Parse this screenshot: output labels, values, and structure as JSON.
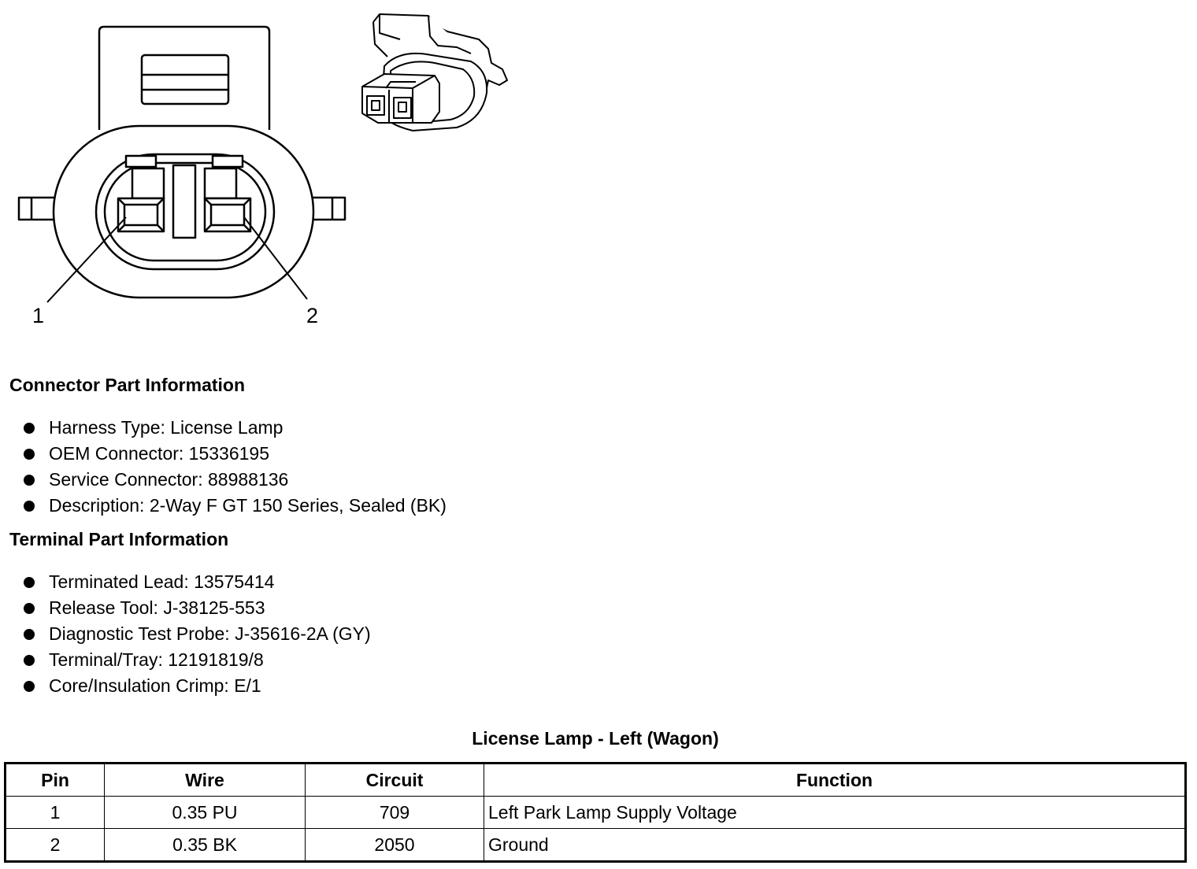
{
  "diagram": {
    "pin_labels": [
      "1",
      "2"
    ]
  },
  "connector_info": {
    "heading": "Connector Part Information",
    "items": [
      "Harness Type: License Lamp",
      "OEM Connector: 15336195",
      "Service Connector: 88988136",
      "Description: 2-Way F GT 150 Series, Sealed (BK)"
    ]
  },
  "terminal_info": {
    "heading": "Terminal Part Information",
    "items": [
      "Terminated Lead: 13575414",
      "Release Tool: J-38125-553",
      "Diagnostic Test Probe: J-35616-2A (GY)",
      "Terminal/Tray: 12191819/8",
      "Core/Insulation Crimp: E/1"
    ]
  },
  "pin_table": {
    "title": "License Lamp - Left (Wagon)",
    "headers": [
      "Pin",
      "Wire",
      "Circuit",
      "Function"
    ],
    "rows": [
      [
        "1",
        "0.35 PU",
        "709",
        "Left Park Lamp Supply Voltage"
      ],
      [
        "2",
        "0.35 BK",
        "2050",
        "Ground"
      ]
    ]
  }
}
